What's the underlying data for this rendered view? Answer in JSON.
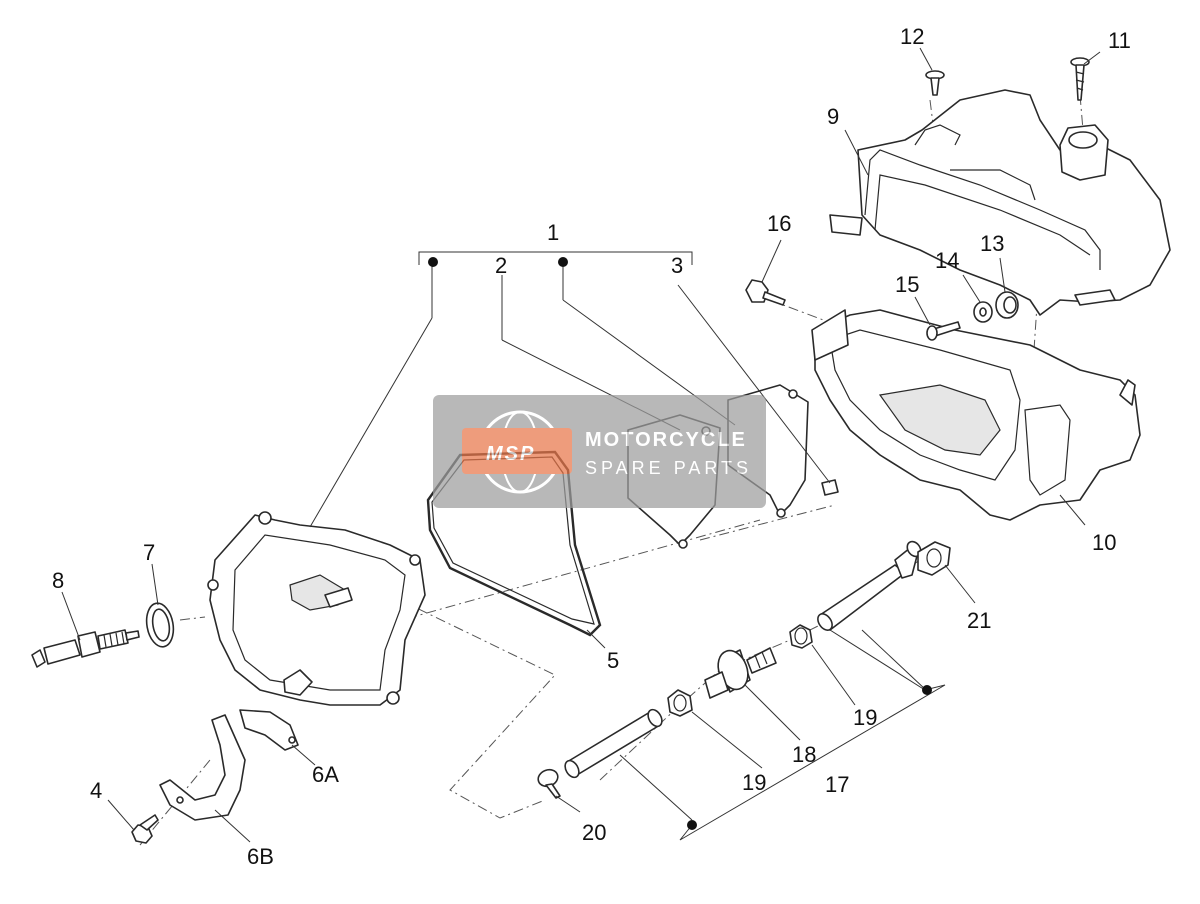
{
  "labels": {
    "p1": "1",
    "p2": "2",
    "p3": "3",
    "p4": "4",
    "p5": "5",
    "p6a": "6A",
    "p6b": "6B",
    "p7": "7",
    "p8": "8",
    "p9": "9",
    "p10": "10",
    "p11": "11",
    "p12": "12",
    "p13": "13",
    "p14": "14",
    "p15": "15",
    "p16": "16",
    "p17": "17",
    "p18": "18",
    "p19a": "19",
    "p19b": "19",
    "p20": "20",
    "p21": "21"
  },
  "watermark": {
    "logo": "MSP",
    "line1": "MOTORCYCLE",
    "line2": "SPARE PARTS"
  },
  "colors": {
    "watermark_box": "#9e9e9e",
    "watermark_logo": "#e8774a"
  }
}
